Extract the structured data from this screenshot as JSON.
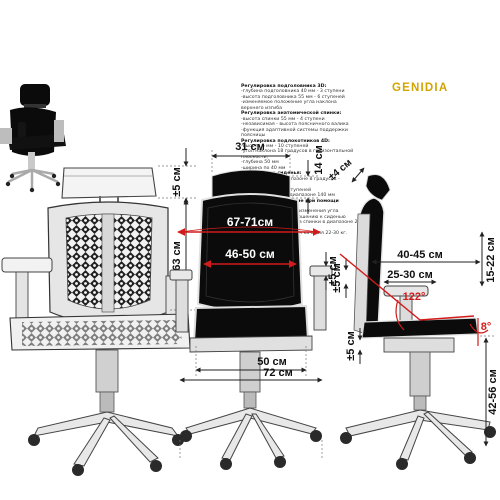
{
  "brand": {
    "logo_text": "GENIDIA",
    "logo_color": "#d2a400"
  },
  "colors": {
    "accent_red": "#d21b1b",
    "dimension_line": "#222222",
    "chair_black": "#0b0b0b",
    "chair_frame": "#dcdcdc"
  },
  "specs": {
    "headrest": {
      "title": "Регулировка подголовника 3D:",
      "lines": [
        "-глубина подголовника 40 мм - 3 ступени",
        "-высота подголовника 55 мм - 6 ступеней",
        "-изменяемое положение угла наклона",
        "верхнего изгиба"
      ]
    },
    "lumbar": {
      "title": "Регулировка анатомической спинки:",
      "lines": [
        "-высота спинки 55 мм - 4 ступени",
        "-независимая - высота поясничного валика",
        "-функция адаптивной системы поддержки",
        "поясницы"
      ]
    },
    "armrest": {
      "title": "Регулировка подлокотников 4D:",
      "lines": [
        "-высота 5 мм - 10 ступеней",
        "-угол наклона 18 градусов в горизонтальной",
        "плоскости,",
        "-глубина 50 мм",
        "-ширина по 40 мм"
      ]
    },
    "seat": {
      "title": "Регулировка сиденья:",
      "lines": [
        "-угол наклона в диапазоне 8 градусов -",
        "5 ступеней",
        "-глубина 50 мм - 5 ступеней",
        "-газлифт, высота в диапазоне 140 мм"
      ]
    },
    "mechanism": {
      "title": "Механизм, управление при помощи",
      "title2": "одного рычага:",
      "lines": [
        "-функция синхронного изменения угла",
        "наклона спинки по отношению к сиденью",
        "-фиксация угла наклона спинки в диапазоне 22",
        "градуса - 4 точки",
        "-регулировка жесткости качания 22-30 кг."
      ]
    }
  },
  "dimensions": {
    "back_view": {
      "headrest_travel": "±5 см",
      "back_height": "63 см"
    },
    "front_view": {
      "headrest_width": "31 см",
      "headrest_height": "14 см",
      "back_width_upper": "67-71см",
      "back_width_lower": "46-50 см",
      "armrest_travel": "±5 см",
      "seat_width": "50 см",
      "base_width": "72 см"
    },
    "side_view": {
      "headrest_depth": "±4 см",
      "lumbar_height": "±5 см",
      "seat_depth_range": "40-45 см",
      "armrest_depth": "25-30 см",
      "recline_angle": "122°",
      "seat_tilt_angle": "8°",
      "armrest_height_range": "15-22 см",
      "seat_height_travel": "±5 см",
      "seat_height": "42-56 см"
    }
  }
}
